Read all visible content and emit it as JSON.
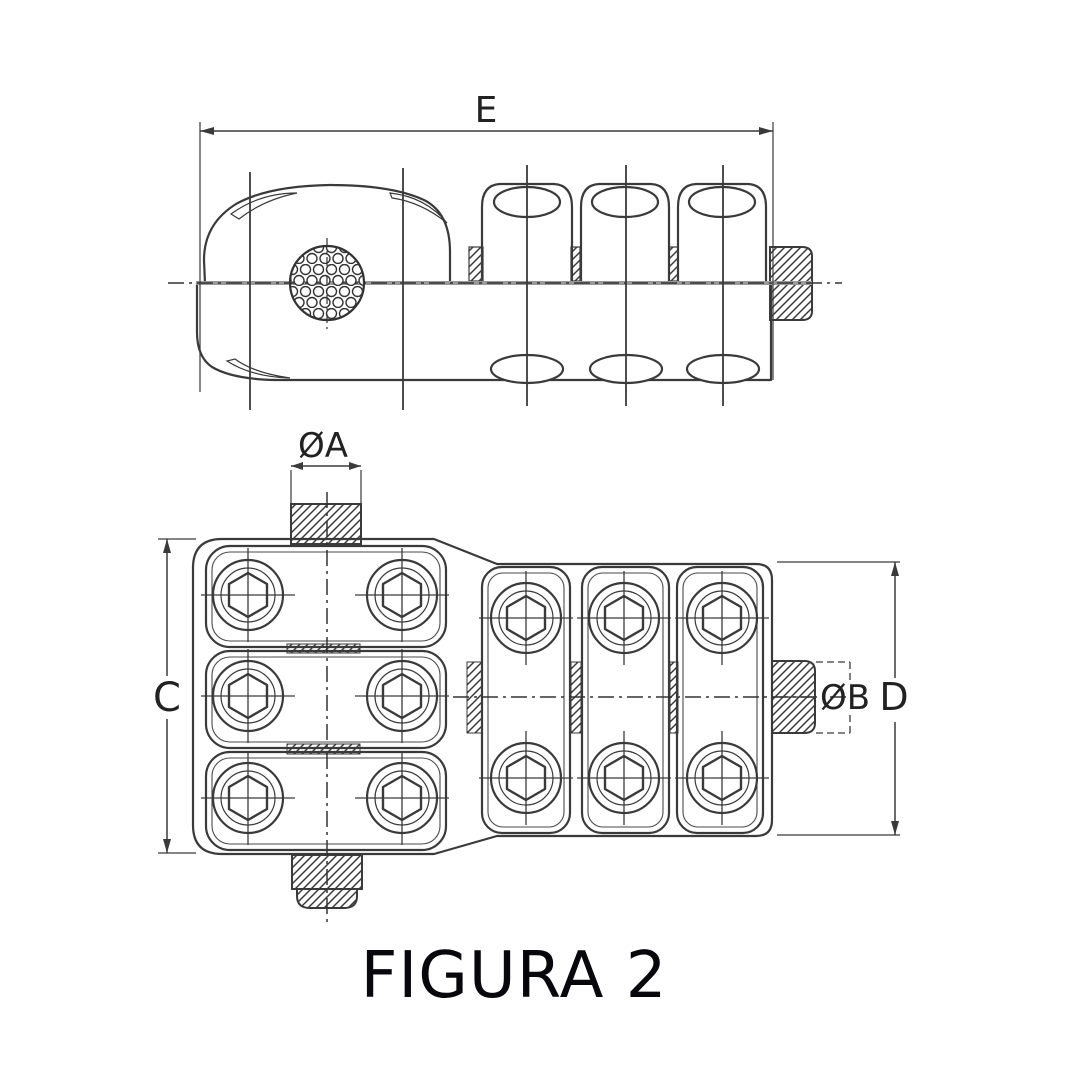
{
  "figure": {
    "caption": "FIGURA 2",
    "type": "technical-drawing"
  },
  "dimensions": {
    "overall_length": "E",
    "cable_diameter": "ØA",
    "left_block_height": "C",
    "conductor_diameter": "ØB",
    "right_block_height": "D"
  },
  "colors": {
    "line": "#3a3a3a",
    "split_line_gray": "#999999",
    "caption": "#08080c",
    "background": "#ffffff"
  }
}
